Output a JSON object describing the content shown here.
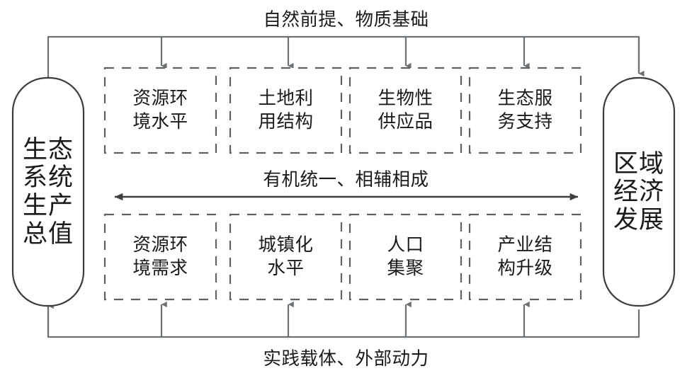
{
  "diagram": {
    "title_present": false,
    "colors": {
      "solid_line": "#6d7276",
      "dashed_line": "#5e6265",
      "node_border": "#3d3d3d",
      "text": "#1a1a1a",
      "background": "#ffffff",
      "arrow_fill": "#6d7276",
      "center_arrow": "#3f3f3f"
    },
    "endpoints": {
      "left": {
        "id": "gep",
        "lines": [
          "生态",
          "系统",
          "生产",
          "总值"
        ],
        "shape": "rounded-rectangle"
      },
      "right": {
        "id": "regional-economy",
        "lines": [
          "区域",
          "经济",
          "发展"
        ],
        "shape": "rounded-rectangle"
      }
    },
    "top_row": [
      {
        "id": "resource-env-level",
        "lines": [
          "资源环",
          "境水平"
        ]
      },
      {
        "id": "land-use-structure",
        "lines": [
          "土地利",
          "用结构"
        ]
      },
      {
        "id": "biological-supply",
        "lines": [
          "生物性",
          "供应品"
        ]
      },
      {
        "id": "eco-service-support",
        "lines": [
          "生态服",
          "务支持"
        ]
      }
    ],
    "bottom_row": [
      {
        "id": "resource-env-demand",
        "lines": [
          "资源环",
          "境需求"
        ]
      },
      {
        "id": "urbanization-level",
        "lines": [
          "城镇化",
          "水平"
        ]
      },
      {
        "id": "population-agglomeration",
        "lines": [
          "人口",
          "集聚"
        ]
      },
      {
        "id": "industrial-upgrade",
        "lines": [
          "产业结",
          "构升级"
        ]
      }
    ],
    "edge_labels": {
      "top": "自然前提、物质基础",
      "middle": "有机统一、相辅相成",
      "bottom": "实践载体、外部动力"
    }
  }
}
